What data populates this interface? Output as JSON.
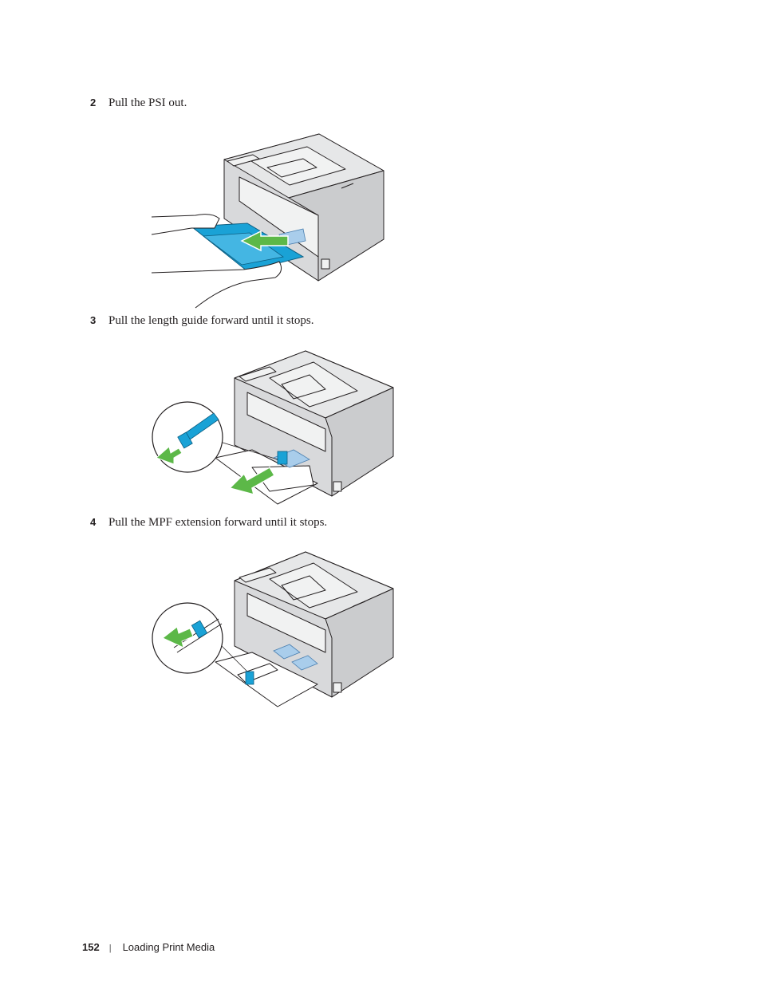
{
  "steps": [
    {
      "number": "2",
      "text": "Pull the PSI out."
    },
    {
      "number": "3",
      "text": "Pull the length guide forward until it stops."
    },
    {
      "number": "4",
      "text": "Pull the MPF extension forward until it stops."
    }
  ],
  "footer": {
    "page_number": "152",
    "separator": "|",
    "section": "Loading Print Media"
  },
  "colors": {
    "accent_blue": "#1aa2d6",
    "arrow_green": "#5cb848",
    "light_blue": "#a9cdeb",
    "printer_gray": "#d7d8da"
  }
}
